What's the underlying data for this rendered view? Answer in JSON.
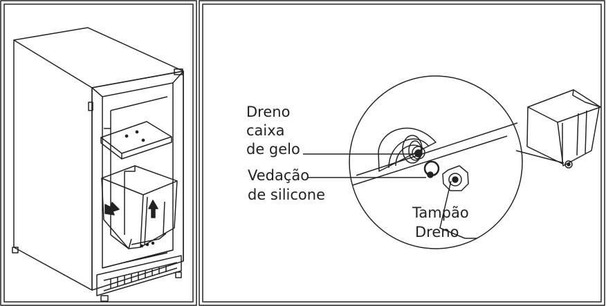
{
  "labels": {
    "dreno_caixa_1": "Dreno",
    "dreno_caixa_2": "caixa",
    "dreno_caixa_3": "de gelo",
    "vedacao_1": "Vedação",
    "vedacao_2": "de silicone",
    "tampao_1": "Tampão",
    "tampao_2": "Dreno"
  },
  "colors": {
    "line": "#222222",
    "background": "#ffffff"
  }
}
